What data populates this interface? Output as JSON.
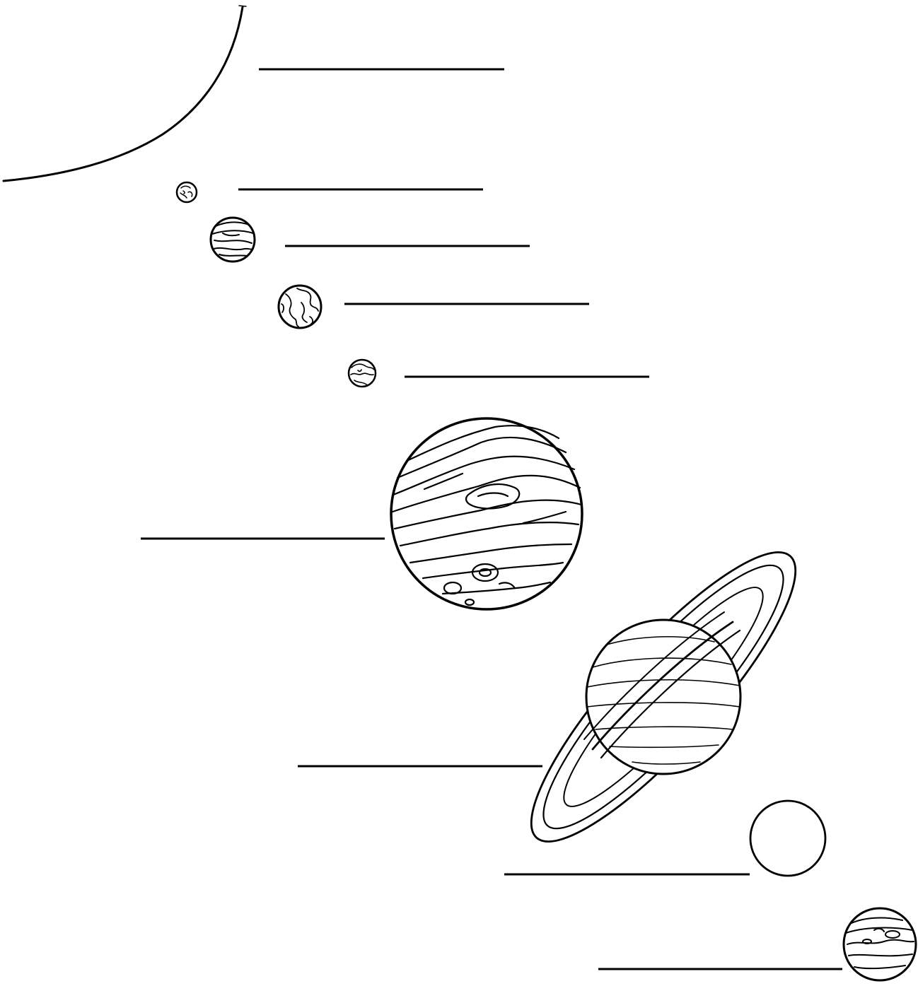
{
  "worksheet": {
    "ink_color": "#000000",
    "paper_color": "#ffffff",
    "label_lines": [
      {
        "for": "sun",
        "answer": ""
      },
      {
        "for": "mercury",
        "answer": ""
      },
      {
        "for": "venus",
        "answer": ""
      },
      {
        "for": "earth",
        "answer": ""
      },
      {
        "for": "mars",
        "answer": ""
      },
      {
        "for": "jupiter",
        "answer": ""
      },
      {
        "for": "saturn",
        "answer": ""
      },
      {
        "for": "uranus",
        "answer": ""
      },
      {
        "for": "neptune",
        "answer": ""
      }
    ]
  }
}
